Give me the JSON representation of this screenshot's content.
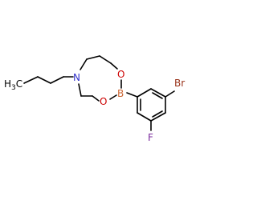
{
  "molecule": {
    "atoms": {
      "nitrogen": {
        "symbol": "N",
        "color": "#3333cc"
      },
      "oxygen_top": {
        "symbol": "O",
        "color": "#cc0000"
      },
      "oxygen_bottom": {
        "symbol": "O",
        "color": "#cc0000"
      },
      "boron": {
        "symbol": "B",
        "color": "#cc6633"
      },
      "bromine": {
        "symbol": "Br",
        "color": "#99331a"
      },
      "fluorine": {
        "symbol": "F",
        "color": "#7b2c9e"
      }
    },
    "methyl_group": {
      "carbon": "H",
      "subscript": "3",
      "suffix": "C",
      "color": "#000000"
    },
    "bond_color": "#000000"
  }
}
